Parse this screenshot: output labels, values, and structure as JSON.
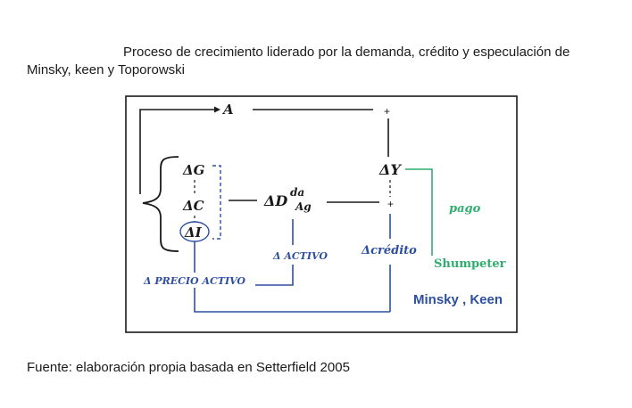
{
  "title_line1": "Proceso de crecimiento liderado por la demanda, crédito y especulación de",
  "title_line2": "Minsky, keen y Toporowski",
  "source": "Fuente: elaboración propia basada en Setterfield 2005",
  "diagram": {
    "A": "A",
    "plus_top": "+",
    "delta_g": "ΔG",
    "delta_c": "ΔC",
    "delta_i": "ΔI",
    "delta_d_base": "ΔD",
    "delta_d_sup": "da",
    "delta_d_sub": "Ag",
    "delta_y": "ΔY",
    "plus_mid": "+",
    "activo": "Δ ACTIVO",
    "credito": "Δcrédito",
    "precio_activo": "Δ PRECIO ACTIVO",
    "pago": "pago",
    "shumpeter": "Shumpeter",
    "minsky_keen": "Minsky , Keen"
  },
  "colors": {
    "blue": "#2e4fa0",
    "green": "#2fae6e",
    "black": "#1a1a1a"
  }
}
